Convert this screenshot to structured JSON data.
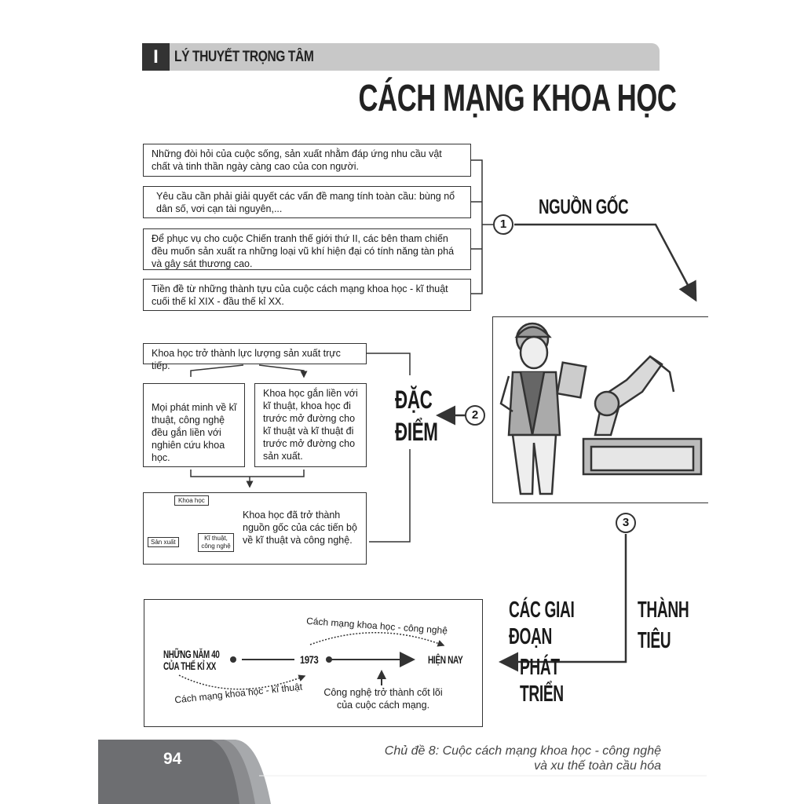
{
  "header": {
    "section_number": "I",
    "section_title": "LÝ THUYẾT TRỌNG TÂM"
  },
  "title": "CÁCH MẠNG KHOA HỌC",
  "origin": {
    "number": "1",
    "label": "NGUỒN GỐC",
    "items": [
      "Những đòi hỏi của cuộc sống, sản xuất nhằm đáp ứng nhu cầu vật chất và tinh thần ngày càng cao của con người.",
      "Yêu cầu cần phải giải quyết các vấn đề mang tính toàn cầu: bùng nổ dân số, vơi cạn tài nguyên,...",
      "Để phục vụ cho cuộc Chiến tranh thế giới thứ II, các bên tham chiến đều muốn sản xuất ra những loại vũ khí hiện đại có tính năng tàn phá và gây sát thương cao.",
      "Tiền đề từ những thành tựu của cuộc cách mạng khoa học - kĩ thuật cuối thế kỉ XIX - đầu thế kỉ XX."
    ]
  },
  "features": {
    "number": "2",
    "label_line1": "ĐẶC",
    "label_line2": "ĐIỂM",
    "top": "Khoa học trở thành lực lượng sản xuất trực tiếp.",
    "left": "Mọi phát minh về kĩ thuật, công nghệ đều gắn liền với nghiên cứu khoa học.",
    "right": "Khoa học gắn liền với kĩ thuật, khoa học đi trước mở đường cho kĩ thuật và kĩ thuật đi trước mở đường cho sản xuất.",
    "bottom": "Khoa học đã trở thành nguồn gốc của các tiến bộ về kĩ thuật và công nghệ.",
    "cycle": [
      "Khoa học",
      "Kĩ thuật, công nghệ",
      "Sản xuất"
    ]
  },
  "stages": {
    "number": "3",
    "label_line1": "CÁC GIAI ĐOẠN",
    "label_line2": "PHÁT TRIỂN",
    "achievements_line1": "THÀNH",
    "achievements_line2": "TIÊU",
    "start_line1": "NHỮNG NĂM 40",
    "start_line2": "CỦA THẾ KỈ XX",
    "mid": "1973",
    "end": "HIỆN NAY",
    "upper_arc": "Cách mạng khoa học - công nghệ",
    "lower_arc": "Cách mạng khoa học - kĩ thuật",
    "note_line1": "Công nghệ trở thành cốt lõi",
    "note_line2": "của cuộc cách mạng."
  },
  "footer": {
    "page_number": "94",
    "topic_line1": "Chủ đề 8: Cuộc cách mạng khoa học - công nghệ",
    "topic_line2": "và xu thế toàn cầu hóa"
  },
  "colors": {
    "dark": "#333333",
    "header_gray": "#c8c8c8",
    "footer_gray": "#6d6e71"
  }
}
